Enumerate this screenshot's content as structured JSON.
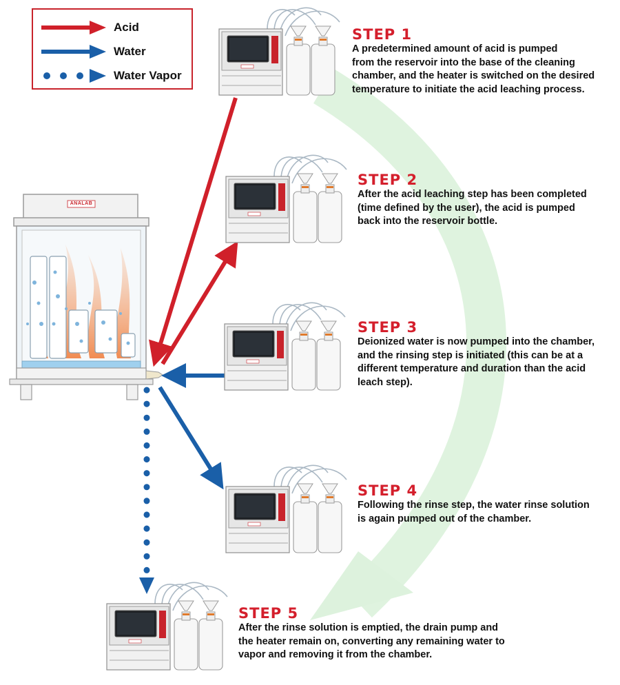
{
  "legend": {
    "items": [
      {
        "label": "Acid",
        "color": "#d0202a",
        "style": "solid-arrow"
      },
      {
        "label": "Water",
        "color": "#1a5fa8",
        "style": "solid-arrow"
      },
      {
        "label": "Water Vapor",
        "color": "#1a5fa8",
        "style": "dotted-arrow"
      }
    ]
  },
  "chamber": {
    "brand": "ANALAB"
  },
  "steps": [
    {
      "title": "STEP 1",
      "lines": [
        "A predetermined amount of acid is pumped",
        "from the reservoir into the base of the cleaning",
        "chamber, and the heater is switched on the desired",
        "temperature to initiate the acid leaching process."
      ]
    },
    {
      "title": "STEP 2",
      "lines": [
        "After the acid leaching step has been completed",
        "(time defined by the user), the acid is pumped",
        "back into the reservoir bottle."
      ]
    },
    {
      "title": "STEP 3",
      "lines": [
        "Deionized water is now pumped into the chamber,",
        "and the rinsing step is initiated (this can be at a",
        "different temperature and duration than the acid",
        "leach step)."
      ]
    },
    {
      "title": "STEP 4",
      "lines": [
        "Following the rinse step, the water rinse solution",
        "is again pumped out of the chamber."
      ]
    },
    {
      "title": "STEP 5",
      "lines": [
        "After the rinse solution is emptied, the drain pump and",
        "the heater remain on, converting any remaining water to",
        "vapor and removing it from the chamber."
      ]
    }
  ],
  "colors": {
    "acid": "#d0202a",
    "water": "#1a5fa8",
    "flow_arc": "#d9f1d9",
    "step_title": "#d41f2c"
  }
}
